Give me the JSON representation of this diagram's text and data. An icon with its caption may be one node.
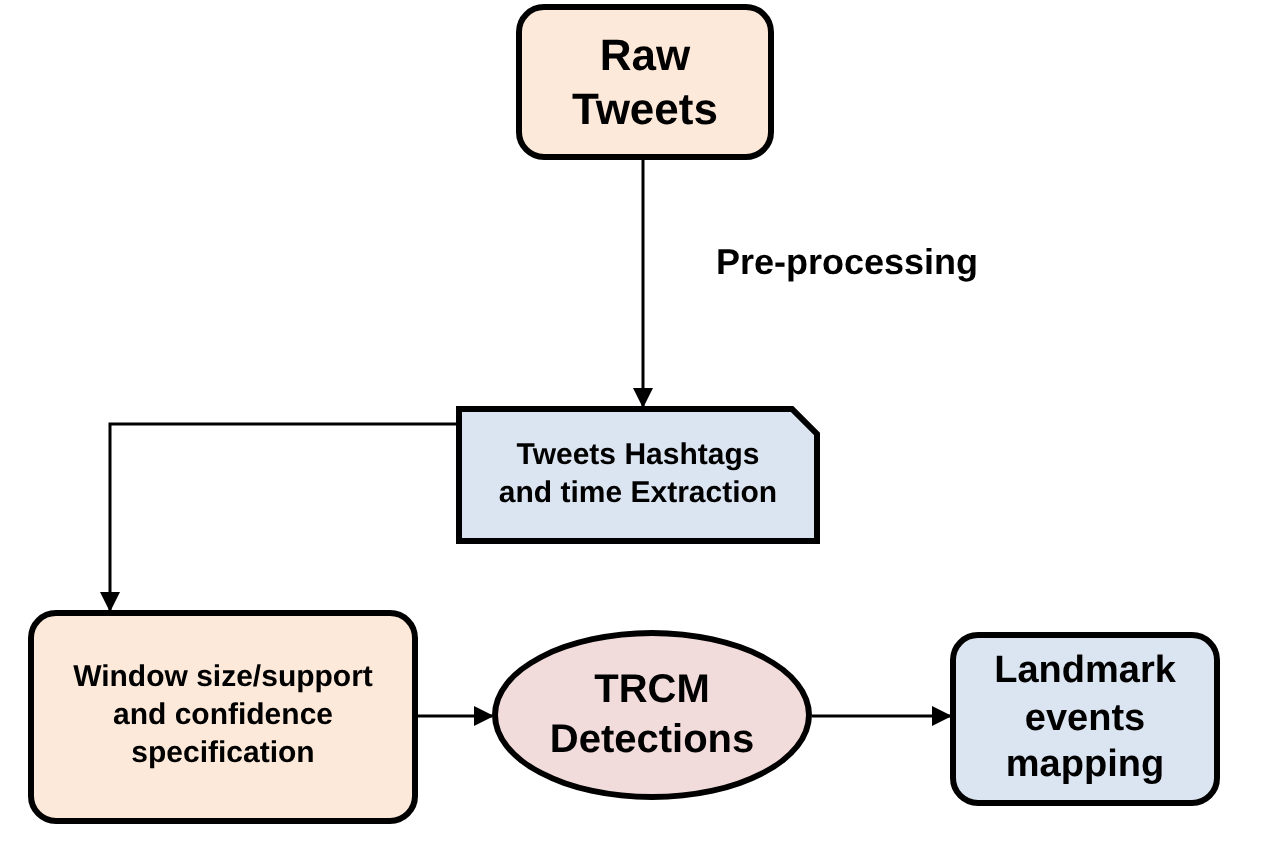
{
  "diagram": {
    "nodes": [
      {
        "text": [
          "Raw Tweets"
        ]
      },
      {
        "text": [
          "Tweets Hashtags and time Extraction"
        ]
      },
      {
        "text": [
          "Window size/support and confidence specification"
        ]
      },
      {
        "text": [
          "TRCM Detections"
        ]
      },
      {
        "text": [
          "Landmark events mapping"
        ]
      }
    ],
    "edges": [
      {
        "from": 0,
        "to": 1,
        "arrow": "to",
        "label": "Pre-processing"
      },
      {
        "from": 1,
        "to": 2,
        "arrow": "to"
      },
      {
        "from": 2,
        "to": 3,
        "arrow": "to"
      },
      {
        "from": 3,
        "to": 4,
        "arrow": "to"
      }
    ]
  }
}
